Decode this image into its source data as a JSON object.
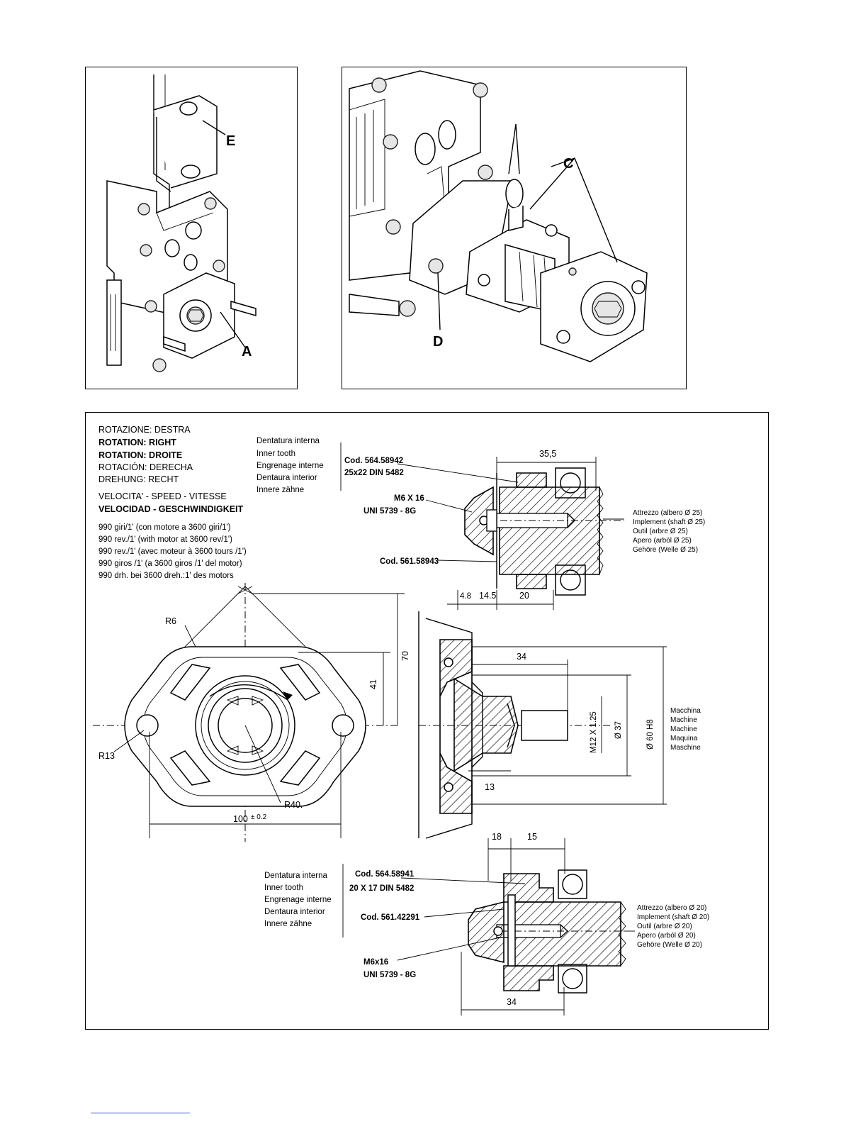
{
  "photo_left": {
    "labels": {
      "E": "E",
      "A": "A"
    }
  },
  "photo_right": {
    "labels": {
      "C": "C",
      "D": "D"
    }
  },
  "rotation": [
    "ROTAZIONE: DESTRA",
    "ROTATION: RIGHT",
    "ROTATION: DROITE",
    "ROTACIÓN: DERECHA",
    "DREHUNG: RECHT"
  ],
  "speed_heading": [
    "VELOCITA' - SPEED - VITESSE",
    "VELOCIDAD - GESCHWINDIGKEIT"
  ],
  "speed_lines": [
    "990 giri/1' (con motore a 3600 giri/1')",
    "990 rev./1' (with motor at 3600 rev/1')",
    "990 rev./1' (avec moteur à 3600 tours /1')",
    "990 giros /1' (a 3600 giros /1' del motor)",
    "990 drh. bei 3600 dreh.:1' des motors"
  ],
  "inner_tooth_top": [
    "Dentatura interna",
    "Inner tooth",
    "Engrenage interne",
    "Dentaura interior",
    "Innere zähne"
  ],
  "top_section": {
    "code1": "Cod. 564.58942",
    "spline1": "25x22 DIN 5482",
    "bolt1": "M6 X 16",
    "bolt1_std": "UNI 5739  - 8G",
    "code2": "Cod. 561.58943",
    "dim_length": "35,5",
    "dim_a": "4.8",
    "dim_b": "14.5",
    "dim_c": "20",
    "implement": [
      "Attrezzo (albero Ø 25)",
      "Implement (shaft Ø 25)",
      "Outil (arbre Ø 25)",
      "Apero (arból Ø 25)",
      "Gehöre (Welle Ø 25)"
    ]
  },
  "flange": {
    "r6": "R6",
    "r13": "R13",
    "r40": "R40.",
    "dim_100": "100",
    "dim_100_tol": "± 0.2",
    "dim_70": "70",
    "dim_41": "41"
  },
  "side_section": {
    "dim_34": "34",
    "dim_13": "13",
    "thread": "M12 X 1.25",
    "dia37": "Ø 37",
    "dia60": "Ø 60  H8",
    "machine": [
      "Macchina",
      "Machine",
      "Machine",
      "Maquina",
      "Maschine"
    ]
  },
  "inner_tooth_bottom": [
    "Dentatura interna",
    "Inner tooth",
    "Engrenage interne",
    "Dentaura interior",
    "Innere zähne"
  ],
  "bottom_section": {
    "code1": "Cod. 564.58941",
    "spline": "20 X 17 DIN 5482",
    "code2": "Cod. 561.42291",
    "bolt": "M6x16",
    "bolt_std": "UNI 5739 - 8G",
    "dim_18": "18",
    "dim_15": "15",
    "dim_34": "34",
    "implement": [
      "Attrezzo (albero Ø 20)",
      "Implement (shaft Ø 20)",
      "Outil (arbre Ø 20)",
      "Apero (arból Ø 20)",
      "Gehöre (Welle Ø 20)"
    ]
  }
}
